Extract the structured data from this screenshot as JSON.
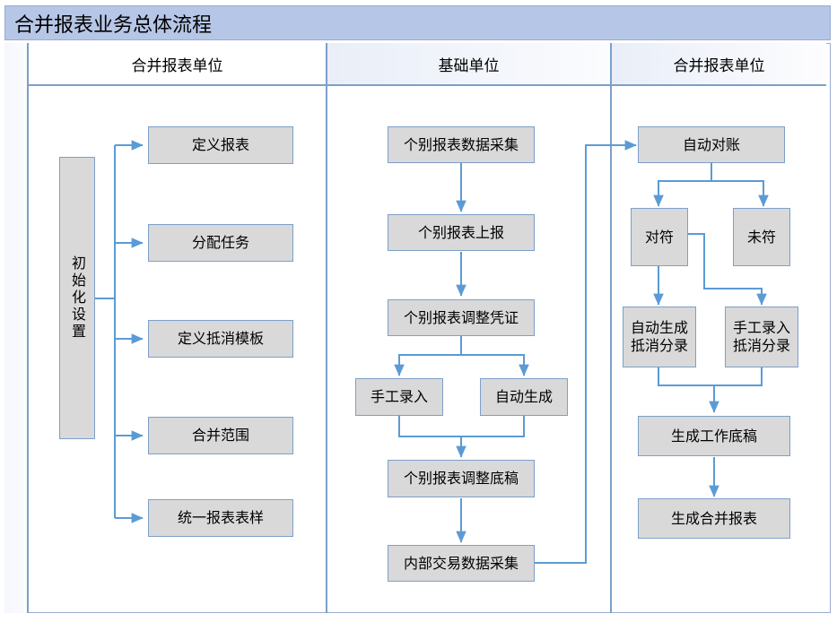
{
  "title": "合并报表业务总体流程",
  "accent_color": "#b6c6e6",
  "lane_border_color": "#7d9fc9",
  "node_fill_color": "#d9d9d9",
  "connector_color": "#5b9bd5",
  "lanes": [
    {
      "id": "lane-1",
      "label": "合并报表单位"
    },
    {
      "id": "lane-2",
      "label": "基础单位"
    },
    {
      "id": "lane-3",
      "label": "合并报表单位"
    }
  ],
  "nodes": {
    "init_setup": "初始化设置",
    "define_report": "定义报表",
    "assign_task": "分配任务",
    "define_offset_template": "定义抵消模板",
    "merge_scope": "合并范围",
    "unify_report_form": "统一报表表样",
    "individual_data_collect": "个别报表数据采集",
    "individual_report_submit": "个别报表上报",
    "individual_adjust_voucher": "个别报表调整凭证",
    "manual_entry": "手工录入",
    "auto_generate": "自动生成",
    "individual_adjust_draft": "个别报表调整底稿",
    "internal_trade_collect": "内部交易数据采集",
    "auto_reconcile": "自动对账",
    "matched": "对符",
    "unmatched": "未符",
    "auto_gen_offset_entry": "自动生成\n抵消分录",
    "manual_entry_offset_entry": "手工录入\n抵消分录",
    "gen_worksheet": "生成工作底稿",
    "gen_merged_report": "生成合并报表"
  },
  "chart_data": {
    "type": "diagram",
    "title": "合并报表业务总体流程",
    "swimlanes": [
      "合并报表单位",
      "基础单位",
      "合并报表单位"
    ],
    "steps": [
      {
        "lane": 1,
        "label": "初始化设置"
      },
      {
        "lane": 1,
        "label": "定义报表"
      },
      {
        "lane": 1,
        "label": "分配任务"
      },
      {
        "lane": 1,
        "label": "定义抵消模板"
      },
      {
        "lane": 1,
        "label": "合并范围"
      },
      {
        "lane": 1,
        "label": "统一报表表样"
      },
      {
        "lane": 2,
        "label": "个别报表数据采集"
      },
      {
        "lane": 2,
        "label": "个别报表上报"
      },
      {
        "lane": 2,
        "label": "个别报表调整凭证"
      },
      {
        "lane": 2,
        "label": "手工录入"
      },
      {
        "lane": 2,
        "label": "自动生成"
      },
      {
        "lane": 2,
        "label": "个别报表调整底稿"
      },
      {
        "lane": 2,
        "label": "内部交易数据采集"
      },
      {
        "lane": 3,
        "label": "自动对账"
      },
      {
        "lane": 3,
        "label": "对符"
      },
      {
        "lane": 3,
        "label": "未符"
      },
      {
        "lane": 3,
        "label": "自动生成抵消分录"
      },
      {
        "lane": 3,
        "label": "手工录入抵消分录"
      },
      {
        "lane": 3,
        "label": "生成工作底稿"
      },
      {
        "lane": 3,
        "label": "生成合并报表"
      }
    ],
    "edges": [
      [
        "初始化设置",
        "定义报表"
      ],
      [
        "初始化设置",
        "分配任务"
      ],
      [
        "初始化设置",
        "定义抵消模板"
      ],
      [
        "初始化设置",
        "合并范围"
      ],
      [
        "初始化设置",
        "统一报表表样"
      ],
      [
        "个别报表数据采集",
        "个别报表上报"
      ],
      [
        "个别报表上报",
        "个别报表调整凭证"
      ],
      [
        "个别报表调整凭证",
        "手工录入"
      ],
      [
        "个别报表调整凭证",
        "自动生成"
      ],
      [
        "手工录入",
        "个别报表调整底稿"
      ],
      [
        "自动生成",
        "个别报表调整底稿"
      ],
      [
        "个别报表调整底稿",
        "内部交易数据采集"
      ],
      [
        "内部交易数据采集",
        "自动对账"
      ],
      [
        "自动对账",
        "对符"
      ],
      [
        "自动对账",
        "未符"
      ],
      [
        "对符",
        "自动生成抵消分录"
      ],
      [
        "对符",
        "手工录入抵消分录"
      ],
      [
        "自动生成抵消分录",
        "生成工作底稿"
      ],
      [
        "手工录入抵消分录",
        "生成工作底稿"
      ],
      [
        "生成工作底稿",
        "生成合并报表"
      ]
    ]
  }
}
